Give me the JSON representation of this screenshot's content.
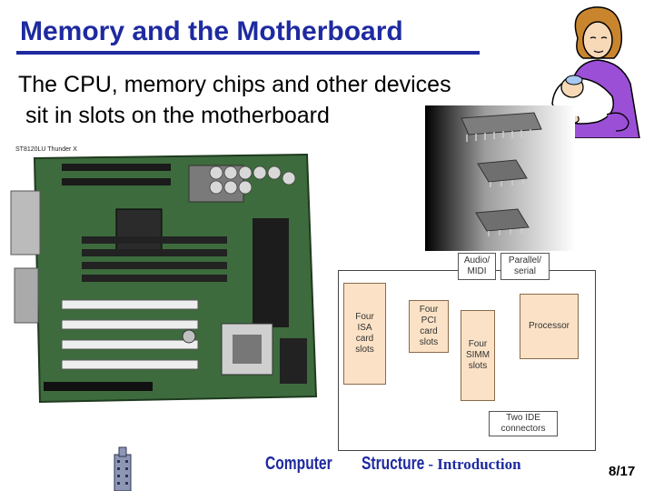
{
  "slide": {
    "title": "Memory and the Motherboard",
    "body_line1": "The CPU, memory chips and other devices",
    "body_line2": "sit in slots on the motherboard"
  },
  "photo": {
    "board_caption": "ST8120LU Thunder X"
  },
  "diagram": {
    "blocks": {
      "isa": "Four\nISA\ncard\nslots",
      "pci": "Four\nPCI\ncard\nslots",
      "simm": "Four\nSIMM\nslots",
      "processor": "Processor"
    },
    "connectors": {
      "audio": "Audio/\nMIDI",
      "parallel": "Parallel/\nserial",
      "ide": "Two IDE\nconnectors"
    }
  },
  "footer": {
    "word1": "Computer",
    "word2": "Structure",
    "word3": "- Introduction",
    "page": "8/17"
  }
}
